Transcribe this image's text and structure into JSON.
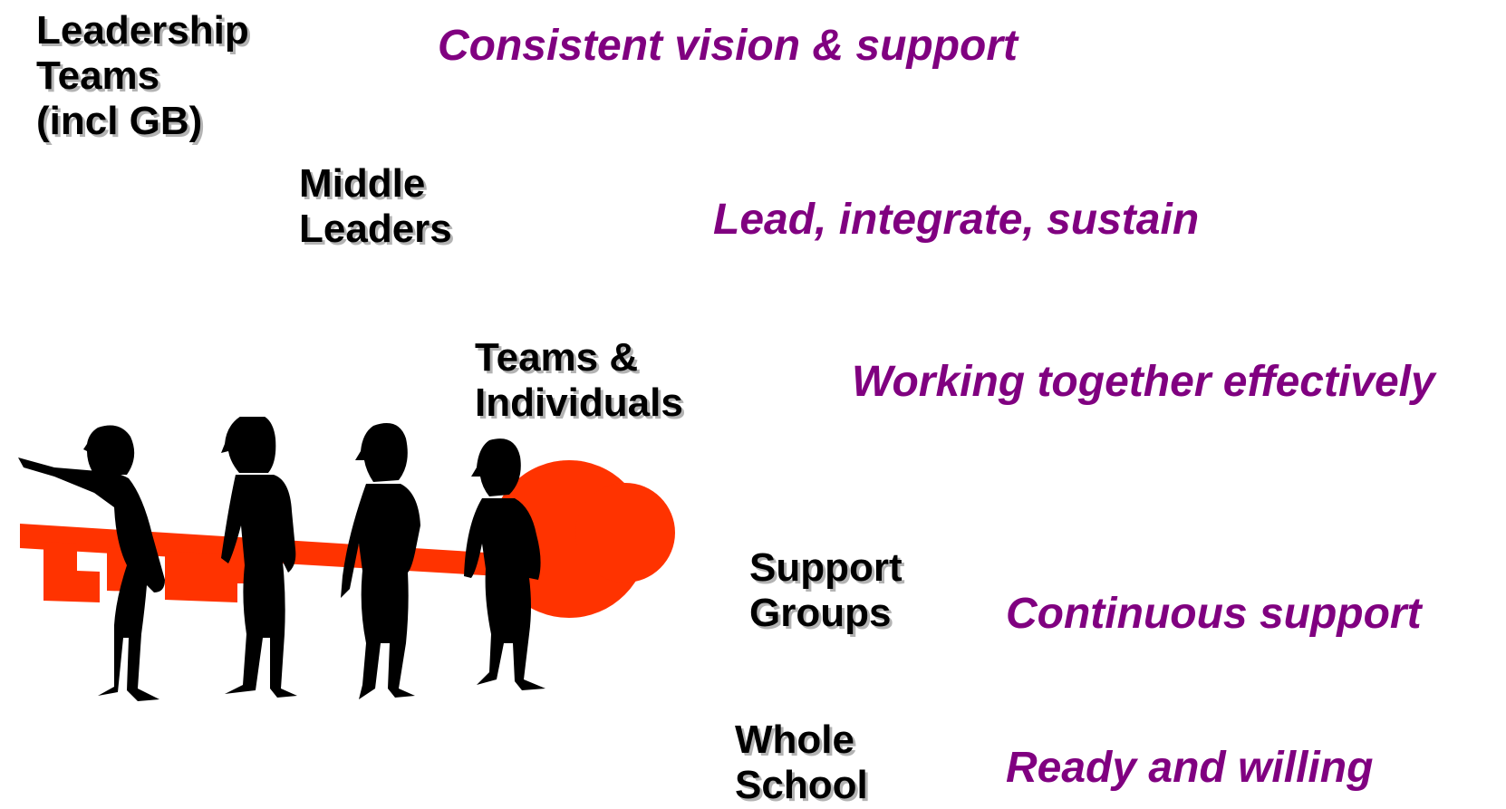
{
  "levels": [
    {
      "label_lines": [
        "Leadership",
        "Teams",
        "(incl GB)"
      ],
      "description": "Consistent vision & support"
    },
    {
      "label_lines": [
        "Middle",
        "Leaders"
      ],
      "description": "Lead, integrate, sustain"
    },
    {
      "label_lines": [
        "Teams &",
        "Individuals"
      ],
      "description": "Working together effectively"
    },
    {
      "label_lines": [
        "Support",
        "Groups"
      ],
      "description": "Continuous support"
    },
    {
      "label_lines": [
        "Whole",
        "School"
      ],
      "description": "Ready and willing"
    }
  ],
  "colors": {
    "description_text": "#800080",
    "label_text": "#000000",
    "label_shadow": "#b3b3b3",
    "key": "#ff3300",
    "figures": "#000000"
  },
  "illustration": {
    "icon": "people-carrying-key-icon",
    "figure_count": 4
  }
}
